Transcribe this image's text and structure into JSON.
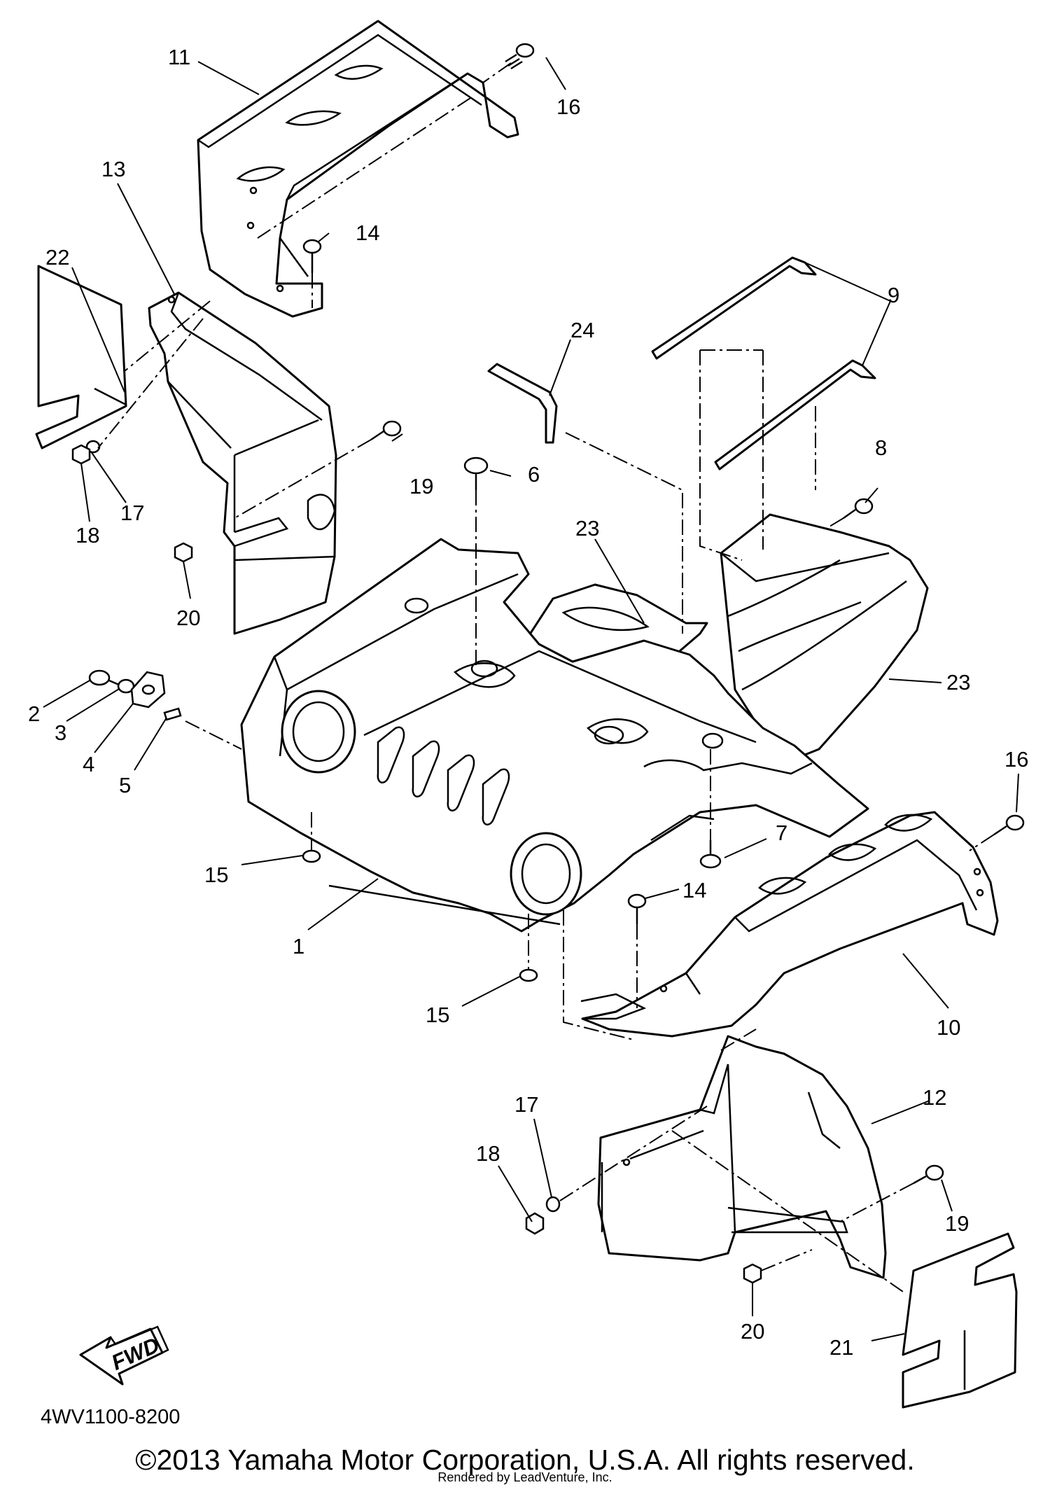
{
  "diagram": {
    "drawing_code": "4WV1100-8200",
    "copyright": "©2013 Yamaha Motor Corporation, U.S.A. All rights reserved.",
    "rendered_by": "Rendered by LeadVenture, Inc.",
    "fwd_label": "FWD",
    "callouts": [
      {
        "id": "c11",
        "label": "11"
      },
      {
        "id": "c16a",
        "label": "16"
      },
      {
        "id": "c13",
        "label": "13"
      },
      {
        "id": "c14a",
        "label": "14"
      },
      {
        "id": "c22",
        "label": "22"
      },
      {
        "id": "c9",
        "label": "9"
      },
      {
        "id": "c24",
        "label": "24"
      },
      {
        "id": "c19a",
        "label": "19"
      },
      {
        "id": "c6",
        "label": "6"
      },
      {
        "id": "c8",
        "label": "8"
      },
      {
        "id": "c17a",
        "label": "17"
      },
      {
        "id": "c18a",
        "label": "18"
      },
      {
        "id": "c23a",
        "label": "23"
      },
      {
        "id": "c20a",
        "label": "20"
      },
      {
        "id": "c23b",
        "label": "23"
      },
      {
        "id": "c2",
        "label": "2"
      },
      {
        "id": "c3",
        "label": "3"
      },
      {
        "id": "c4",
        "label": "4"
      },
      {
        "id": "c5",
        "label": "5"
      },
      {
        "id": "c16b",
        "label": "16"
      },
      {
        "id": "c7",
        "label": "7"
      },
      {
        "id": "c15a",
        "label": "15"
      },
      {
        "id": "c14b",
        "label": "14"
      },
      {
        "id": "c1",
        "label": "1"
      },
      {
        "id": "c15b",
        "label": "15"
      },
      {
        "id": "c10",
        "label": "10"
      },
      {
        "id": "c12",
        "label": "12"
      },
      {
        "id": "c17b",
        "label": "17"
      },
      {
        "id": "c18b",
        "label": "18"
      },
      {
        "id": "c19b",
        "label": "19"
      },
      {
        "id": "c20b",
        "label": "20"
      },
      {
        "id": "c21",
        "label": "21"
      }
    ]
  }
}
